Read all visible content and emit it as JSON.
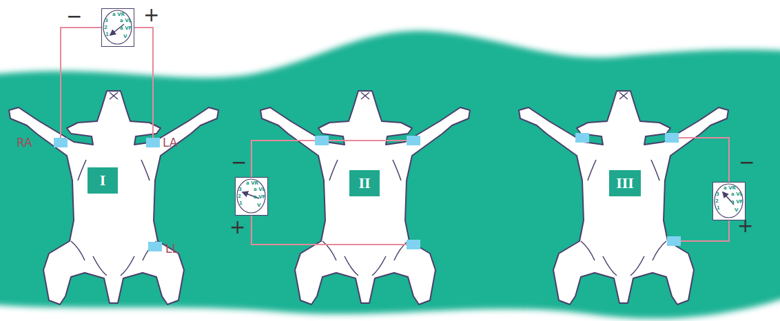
{
  "diagram": {
    "nodes": [
      {
        "text": [
          "a VR",
          "3",
          "a VL",
          "2",
          "a VF",
          "1",
          "V"
        ]
      },
      {
        "text": [
          "I"
        ]
      },
      {
        "text": [
          "a VR",
          "3",
          "a VL",
          "2",
          "a VF",
          "1",
          "V"
        ]
      },
      {
        "text": [
          "II"
        ]
      },
      {
        "text": [
          "a VR",
          "3",
          "a VL",
          "2",
          "a VF",
          "1",
          "V"
        ]
      },
      {
        "text": [
          "III"
        ]
      }
    ],
    "labels": [
      "−",
      "+",
      "RA",
      "LA",
      "LL",
      "−",
      "+",
      "−",
      "+"
    ]
  }
}
